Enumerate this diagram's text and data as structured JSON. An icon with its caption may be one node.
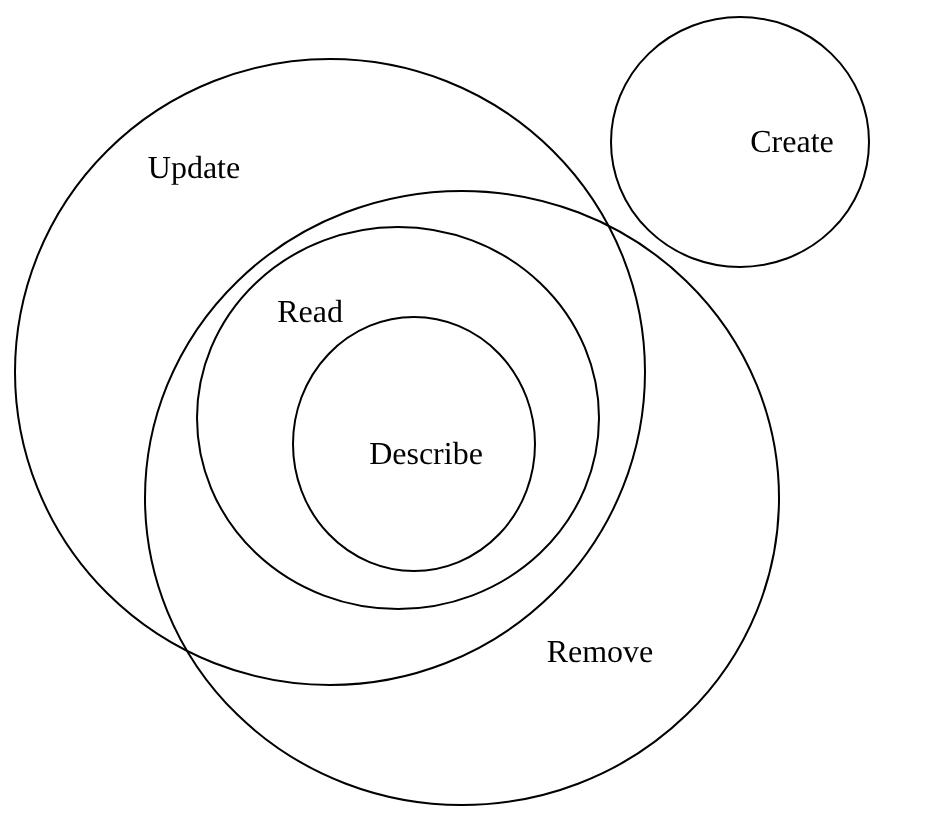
{
  "diagram": {
    "nodes": [
      {
        "text": [
          "Update"
        ]
      },
      {
        "text": [
          "Create"
        ]
      },
      {
        "text": [
          "Read"
        ]
      },
      {
        "text": [
          "Describe"
        ],
        "in": 2
      },
      {
        "text": [
          "Remove"
        ]
      }
    ]
  }
}
